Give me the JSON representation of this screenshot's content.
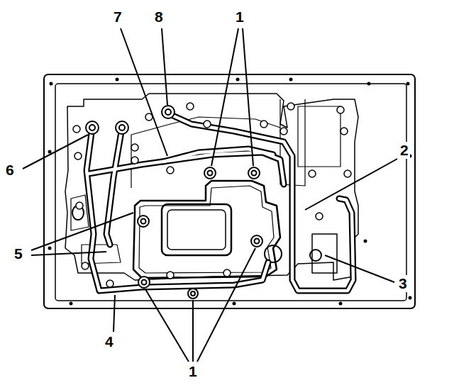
{
  "diagram": {
    "labels": [
      "7",
      "8",
      "1",
      "6",
      "2",
      "5",
      "3",
      "4",
      "1"
    ]
  }
}
